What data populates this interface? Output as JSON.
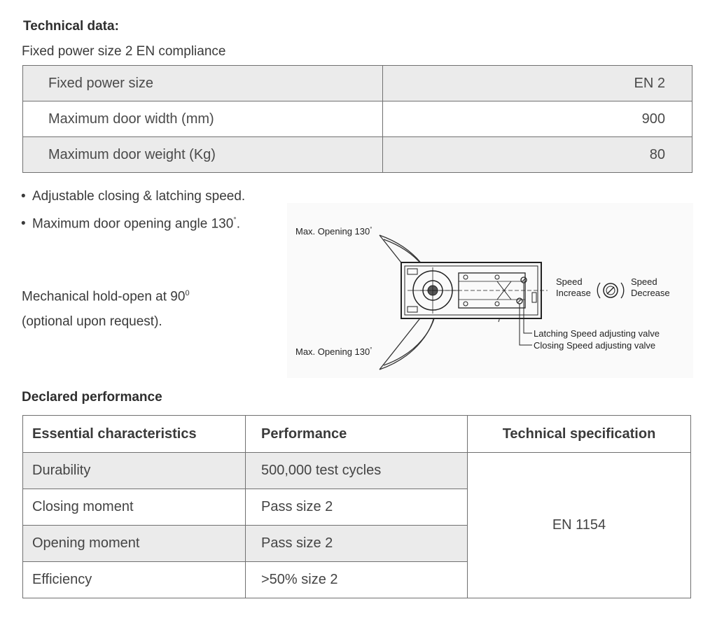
{
  "technical": {
    "heading": "Technical data:",
    "subtitle": "Fixed power size 2 EN compliance",
    "rows": [
      {
        "label": "Fixed power size",
        "value": "EN 2"
      },
      {
        "label": "Maximum door width  (mm)",
        "value": "900"
      },
      {
        "label": "Maximum door weight (Kg)",
        "value": "80"
      }
    ]
  },
  "bullets": [
    "Adjustable closing & latching speed.",
    "Maximum door opening angle 130"
  ],
  "bullet_degree": "°",
  "hold_open": {
    "line1": "Mechanical hold-open at 90",
    "line1_sup": "0",
    "line2": "(optional upon request)."
  },
  "diagram": {
    "max_opening_top": "Max. Opening 130",
    "max_opening_bottom": "Max. Opening 130",
    "degree": "°",
    "speed_left_1": "Speed",
    "speed_left_2": "Increase",
    "speed_right_1": "Speed",
    "speed_right_2": "Decrease",
    "latching_label": "Latching Speed adjusting valve",
    "closing_label": "Closing Speed adjusting valve"
  },
  "declared": {
    "heading": "Declared performance",
    "headers": [
      "Essential characteristics",
      "Performance",
      "Technical specification"
    ],
    "rows": [
      {
        "characteristic": "Durability",
        "performance": "500,000 test cycles"
      },
      {
        "characteristic": "Closing moment",
        "performance": "Pass size 2"
      },
      {
        "characteristic": "Opening moment",
        "performance": "Pass size 2"
      },
      {
        "characteristic": "Efficiency",
        "performance": ">50% size 2"
      }
    ],
    "specification": "EN 1154"
  },
  "colors": {
    "shade": "#ebebeb",
    "border": "#707070",
    "text": "#3a3a3a"
  }
}
